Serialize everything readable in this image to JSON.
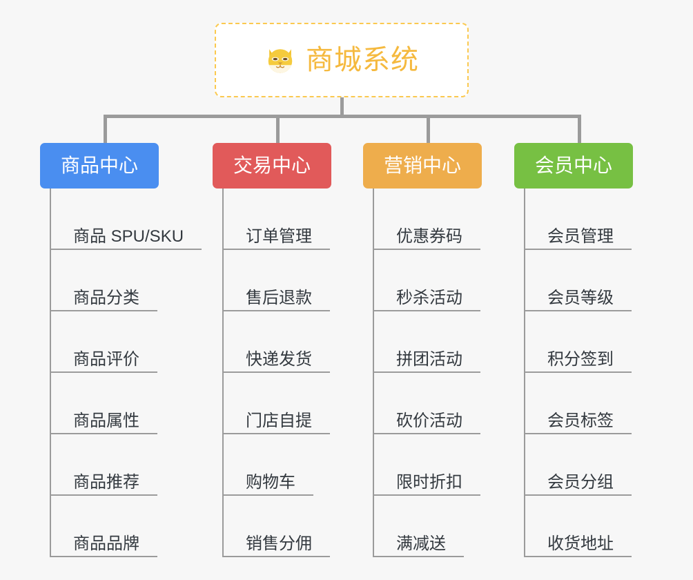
{
  "page": {
    "background_color": "#f7f7f7",
    "line_color": "#9b9b9b",
    "leaf_text_color": "#33393f"
  },
  "root": {
    "title": "商城系统",
    "icon": "dog-face-icon",
    "text_color": "#f5b93e",
    "border_color": "#fbc94f",
    "background_color": "#ffffff"
  },
  "branches": [
    {
      "label": "商品中心",
      "color": "#4a8ef0",
      "items": [
        "商品 SPU/SKU",
        "商品分类",
        "商品评价",
        "商品属性",
        "商品推荐",
        "商品品牌"
      ]
    },
    {
      "label": "交易中心",
      "color": "#e15a5a",
      "items": [
        "订单管理",
        "售后退款",
        "快递发货",
        "门店自提",
        "购物车",
        "销售分佣"
      ]
    },
    {
      "label": "营销中心",
      "color": "#eead4c",
      "items": [
        "优惠券码",
        "秒杀活动",
        "拼团活动",
        "砍价活动",
        "限时折扣",
        "满减送"
      ]
    },
    {
      "label": "会员中心",
      "color": "#77c043",
      "items": [
        "会员管理",
        "会员等级",
        "积分签到",
        "会员标签",
        "会员分组",
        "收货地址"
      ]
    }
  ]
}
